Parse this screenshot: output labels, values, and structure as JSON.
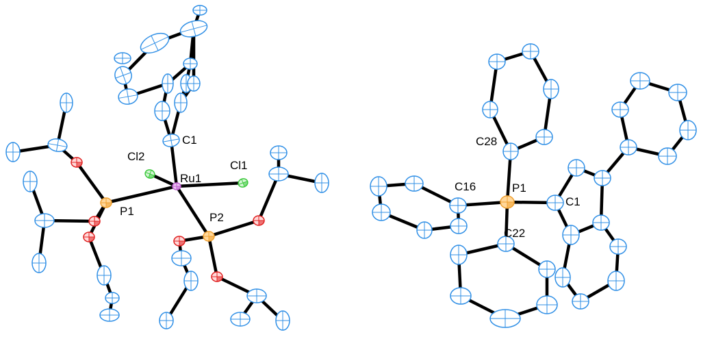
{
  "colors": {
    "carbon": "#2f8fe6",
    "oxygen": "#e02020",
    "phosphorus": "#f0a030",
    "chlorine": "#3bc83b",
    "ruthenium": "#c060d0",
    "bond": "#000000"
  },
  "left_structure": {
    "labels": {
      "ru1": "Ru1",
      "cl1": "Cl1",
      "cl2": "Cl2",
      "p1": "P1",
      "p2": "P2",
      "c1": "C1"
    }
  },
  "right_structure": {
    "labels": {
      "p1": "P1",
      "c1": "C1",
      "c16": "C16",
      "c22": "C22",
      "c28": "C28"
    }
  }
}
